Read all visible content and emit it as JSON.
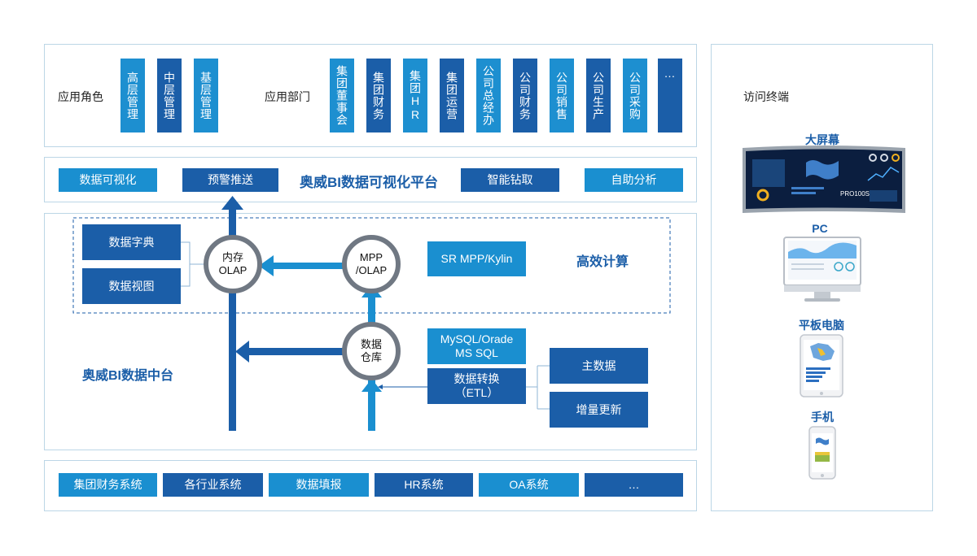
{
  "roles": {
    "label": "应用角色",
    "items": [
      "高层管理",
      "中层管理",
      "基层管理"
    ]
  },
  "departments": {
    "label": "应用部门",
    "items": [
      "集团董事会",
      "集团财务",
      "集团HR",
      "集团运营",
      "公司总经办",
      "公司财务",
      "公司销售",
      "公司生产",
      "公司采购",
      "…"
    ]
  },
  "platform": {
    "title": "奥威BI数据可视化平台",
    "features": [
      "数据可视化",
      "预警推送",
      "智能钻取",
      "自助分析"
    ]
  },
  "middle": {
    "title": "奥威BI数据中台",
    "compute_title": "高效计算",
    "dict": "数据字典",
    "view": "数据视图",
    "mem_olap": "内存\nOLAP",
    "mpp_olap": "MPP\n/OLAP",
    "sr_mpp": "SR MPP/Kylin",
    "warehouse": "数据\n仓库",
    "sources": "MySQL/Orade\nMS SQL",
    "etl": "数据转换\n（ETL）",
    "master": "主数据",
    "incremental": "增量更新"
  },
  "systems": [
    "集团财务系统",
    "各行业系统",
    "数据填报",
    "HR系统",
    "OA系统",
    "…"
  ],
  "terminals": {
    "label": "访问终端",
    "items": [
      "大屏幕",
      "PC",
      "平板电脑",
      "手机"
    ],
    "bigscreen_text": "PRO100S"
  },
  "colors": {
    "dark_blue": "#1b5ea8",
    "mid_blue": "#1a8fd0",
    "border": "#bcd6e6",
    "circle_ring": "#707883"
  }
}
